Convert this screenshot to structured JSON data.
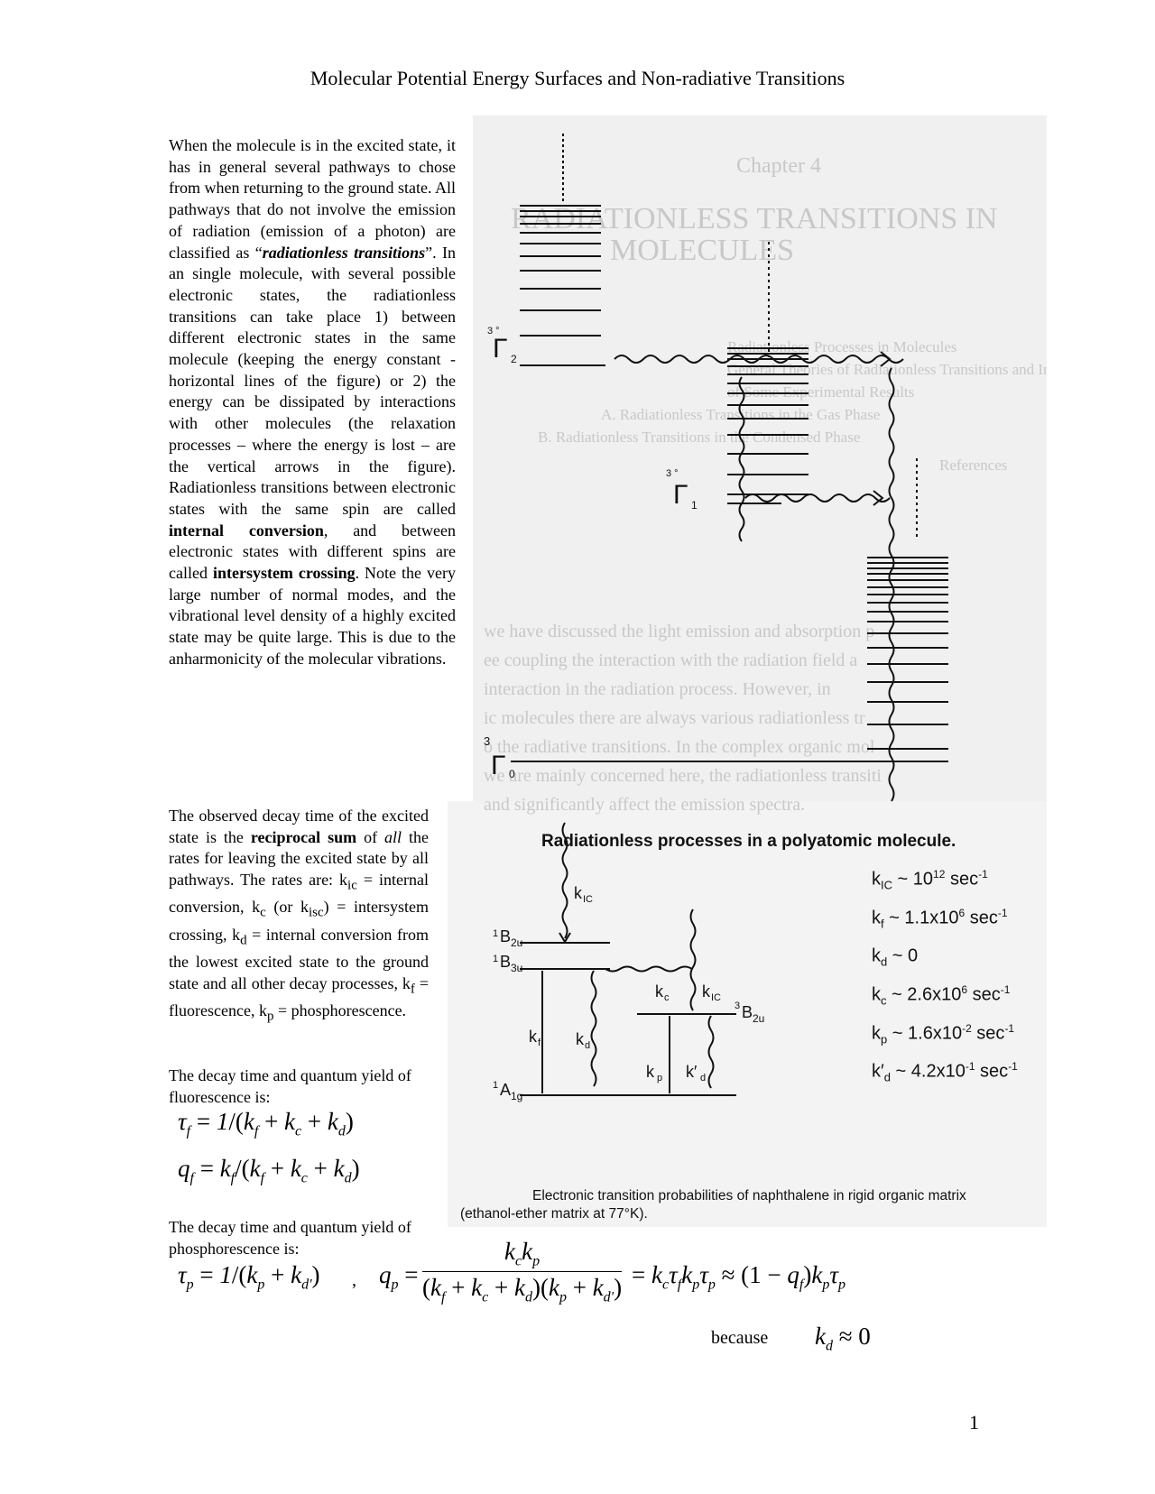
{
  "header": {
    "title": "Molecular Potential Energy Surfaces and Non-radiative Transitions"
  },
  "para1": {
    "t1": "When the molecule is in the excited state, it has in general several pathways to chose from when returning to the ground state. All pathways that do not involve the emission of radiation (emission of a photon) are classified as “",
    "term": "radiationless transitions",
    "t2": "”. In an single molecule, with several possible electronic states, the radiationless transitions can take place 1) between different electronic states in the same molecule (keeping the energy constant - horizontal lines of the figure) or 2) the energy can be dissipated by interactions with other molecules (the relaxation processes – where the energy is lost – are the vertical arrows in the figure). Radiationless transitions between electronic states with the same spin are called ",
    "ic": "internal conversion",
    "t3": ", and between electronic states with different spins are called ",
    "isc": "intersystem crossing",
    "t4": ". Note the very large number of normal modes, and the vibrational level density of a highly excited state may be quite large. This is due to the anharmonicity of the molecular vibrations."
  },
  "para2": {
    "t1": "The observed decay time of the excited state is the ",
    "b1": "reciprocal sum",
    "t2": " of ",
    "i1": "all",
    "t3": " the rates for leaving the excited state by all pathways. The rates are: k",
    "s1": "ic",
    "t4": " = internal conversion, k",
    "s2": "c",
    "t5": " (or k",
    "s3": "isc",
    "t6": ") = intersystem crossing, k",
    "s4": "d",
    "t7": " = internal conversion from the lowest excited state to the ground state and all other decay processes, k",
    "s5": "f",
    "t8": " = fluorescence, k",
    "s6": "p",
    "t9": " = phosphorescence."
  },
  "fluorescence": {
    "heading": "The decay time and quantum yield of fluorescence is:"
  },
  "phosphorescence": {
    "heading": "The decay time and quantum yield of phosphorescence is:"
  },
  "because": {
    "label": "because"
  },
  "figure": {
    "ghost_chapter": "Chapter 4",
    "ghost_title1": "RADIATIONLESS TRANSITIONS IN",
    "ghost_title2": "MOLECULES",
    "ghost_lines": [
      "Radiationless Processes in Molecules",
      "General Theories of Radiationless Transitions and Interpretations",
      "of Some Experimental Results",
      "A. Radiationless Transitions in the Gas Phase",
      "B. Radiationless Transitions in the Condensed Phase",
      "References"
    ],
    "ghost_body": [
      "we have discussed the light emission and absorption p",
      "ee coupling the interaction with the radiation field a",
      "interaction in the radiation process. However, in",
      "ic molecules there are always various radiationless tr",
      "o the radiative transitions. In the complex organic mol",
      "we are mainly concerned here, the radiationless transiti",
      "and significantly affect the emission spectra."
    ],
    "upper_labels": {
      "t2": "Γ",
      "t2_sup": "3 °",
      "t2_sub": "2",
      "t1": "Γ",
      "t1_sup": "3 °",
      "t1_sub": "1",
      "t0": "Γ",
      "t0_sup": "3",
      "t0_sub": "0"
    },
    "title": "Radiationless processes in a polyatomic molecule.",
    "states": {
      "b2u": "B",
      "b2u_sub": "2u",
      "b3u": "B",
      "b3u_sub": "3u",
      "a1g": "A",
      "a1g_sub": "1g",
      "tb2u": "B",
      "tb2u_sub": "2u",
      "sup1": "1",
      "sup3": "3"
    },
    "arrows": {
      "kic": "k",
      "kic_sub": "IC",
      "kc": "k",
      "kc_sub": "c",
      "kic2": "k",
      "kic2_sub": "IC",
      "kf": "k",
      "kf_sub": "f",
      "kd": "k",
      "kd_sub": "d",
      "kp": "k",
      "kp_sub": "p",
      "kdp": "k′",
      "kdp_sub": "d"
    },
    "rates": [
      {
        "k": "k",
        "sub": "IC",
        "rel": " ~ 10",
        "exp": "12",
        "unit": " sec",
        "uexp": "-1"
      },
      {
        "k": "k",
        "sub": "f",
        "rel": " ~ 1.1x10",
        "exp": "6",
        "unit": " sec",
        "uexp": "-1"
      },
      {
        "k": "k",
        "sub": "d",
        "rel": " ~ 0",
        "exp": "",
        "unit": "",
        "uexp": ""
      },
      {
        "k": "k",
        "sub": "c",
        "rel": " ~ 2.6x10",
        "exp": "6",
        "unit": " sec",
        "uexp": "-1"
      },
      {
        "k": "k",
        "sub": "p",
        "rel": " ~ 1.6x10",
        "exp": "-2",
        "unit": " sec",
        "uexp": "-1"
      },
      {
        "k": "k′",
        "sub": "d",
        "rel": " ~ 4.2x10",
        "exp": "-1",
        "unit": " sec",
        "uexp": "-1"
      }
    ],
    "caption_line1": "Electronic transition probabilities of naphthalene in rigid organic matrix",
    "caption_line2": "(ethanol-ether matrix at 77°K)."
  },
  "page": {
    "number": "1"
  }
}
